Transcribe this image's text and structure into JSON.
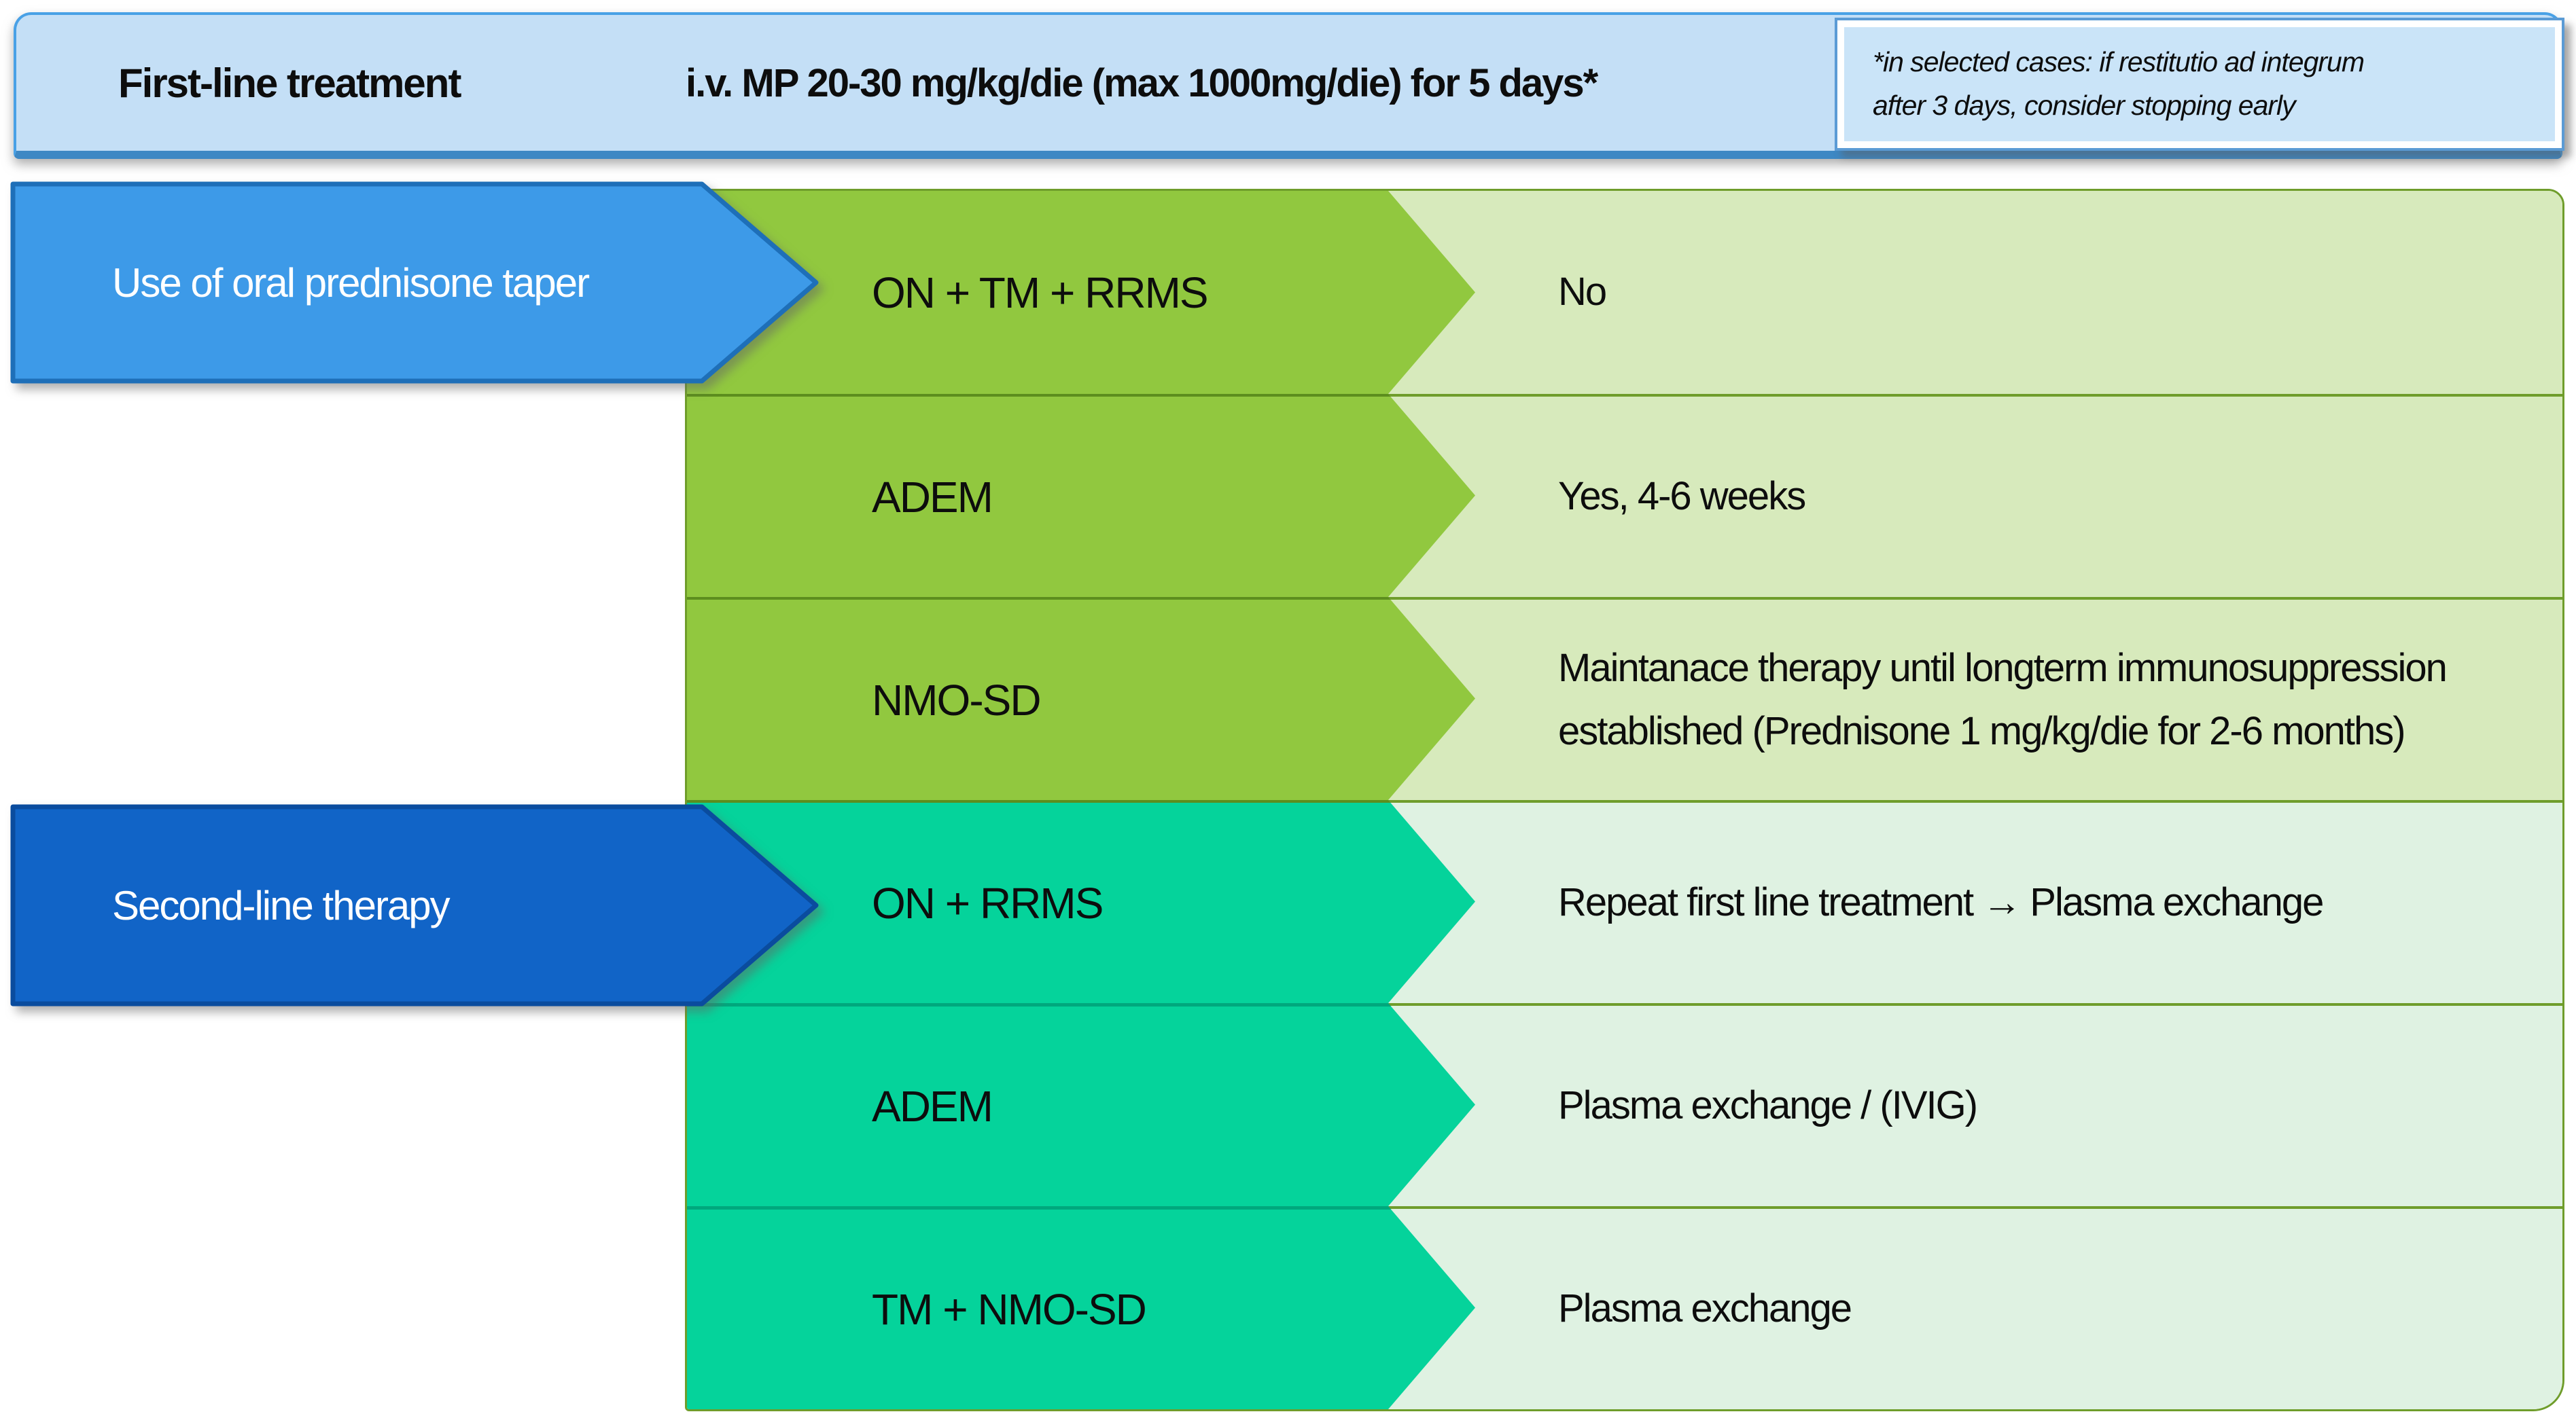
{
  "banner": {
    "title": "First-line treatment",
    "dose": "i.v. MP 20-30 mg/kg/die (max 1000mg/die) for 5 days*"
  },
  "footnote": {
    "line1": "*in selected cases: if restitutio ad integrum",
    "line2": "after 3 days, consider stopping early"
  },
  "arrows": [
    {
      "label": "Use of oral prednisone taper"
    },
    {
      "label": "Second-line therapy"
    }
  ],
  "rows": [
    {
      "section": "first-line",
      "condition": "ON + TM + RRMS",
      "therapy": "No"
    },
    {
      "section": "first-line",
      "condition": "ADEM",
      "therapy": "Yes, 4-6 weeks"
    },
    {
      "section": "first-line",
      "condition": "NMO-SD",
      "therapy": "Maintanace therapy until longterm immunosuppression established (Prednisone 1 mg/kg/die for 2-6 months)"
    },
    {
      "section": "second-line",
      "condition": "ON + RRMS",
      "therapy": "Repeat first line treatment → Plasma exchange"
    },
    {
      "section": "second-line",
      "condition": "ADEM",
      "therapy": "Plasma exchange / (IVIG)"
    },
    {
      "section": "second-line",
      "condition": "TM + NMO-SD",
      "therapy": "Plasma exchange"
    }
  ],
  "colors": {
    "banner_fill": "#c4dff6",
    "banner_border": "#49a1e6",
    "footnote_fill": "#cae4f8",
    "footnote_border": "#5b9bd5",
    "taper_arrow_fill": "#3d9ae8",
    "taper_arrow_border": "#1e6fb8",
    "second_arrow_fill": "#1164c7",
    "second_arrow_border": "#0a4c9e",
    "first_line_label_green": "#91c83f",
    "first_line_cell_green": "#d7eabc",
    "second_line_label_teal": "#05d39b",
    "second_line_cell_mint": "#dff2e2",
    "olive_border": "#6f9d2b"
  }
}
